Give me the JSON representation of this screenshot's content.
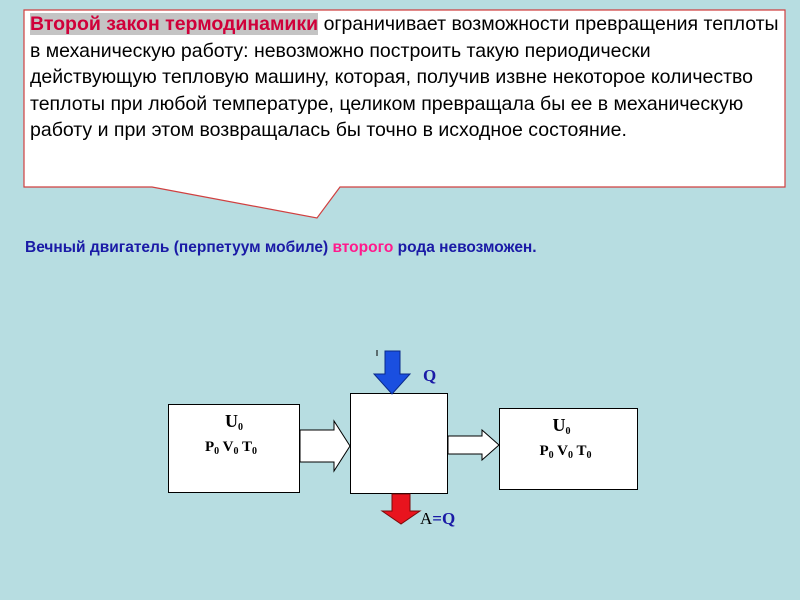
{
  "callout": {
    "title": "Второй закон термодинамики",
    "text": " ограничивает возможности превращения теплоты в механическую работу: невозможно построить такую периодически действующую тепловую машину, которая, получив извне некоторое количество теплоты при любой температуре, целиком превращала бы ее в механическую работу и при этом возвращалась бы точно в исходное состояние."
  },
  "subtitle": {
    "part1": "Вечный двигатель (перпетуум мобиле) ",
    "highlight": "второго",
    "part2": " рода невозможен."
  },
  "diagram": {
    "left_state": {
      "u_letter": "U",
      "u_sub": "0",
      "p": "P",
      "p_sub": "0",
      "v": "V",
      "v_sub": "0",
      "t": "T",
      "t_sub": "0"
    },
    "right_state": {
      "u_letter": "U",
      "u_sub": "0",
      "p": "P",
      "p_sub": "0",
      "v": "V",
      "v_sub": "0",
      "t": "T",
      "t_sub": "0"
    },
    "q_label": "Q",
    "a_label": {
      "a": "A",
      "eq": "=Q"
    }
  },
  "colors": {
    "background": "#b7dde1",
    "callout_border": "#d04040",
    "title_red": "#d0003a",
    "title_highlight": "#c4c4c4",
    "blue_text": "#1a1aa6",
    "pink_text": "#ff1a8c",
    "heat_arrow": "#1a4fe0",
    "work_arrow": "#e8141e"
  },
  "icons": {
    "heat_in": "down-arrow-icon",
    "work_out": "down-arrow-icon",
    "flow": "right-arrow-icon"
  }
}
